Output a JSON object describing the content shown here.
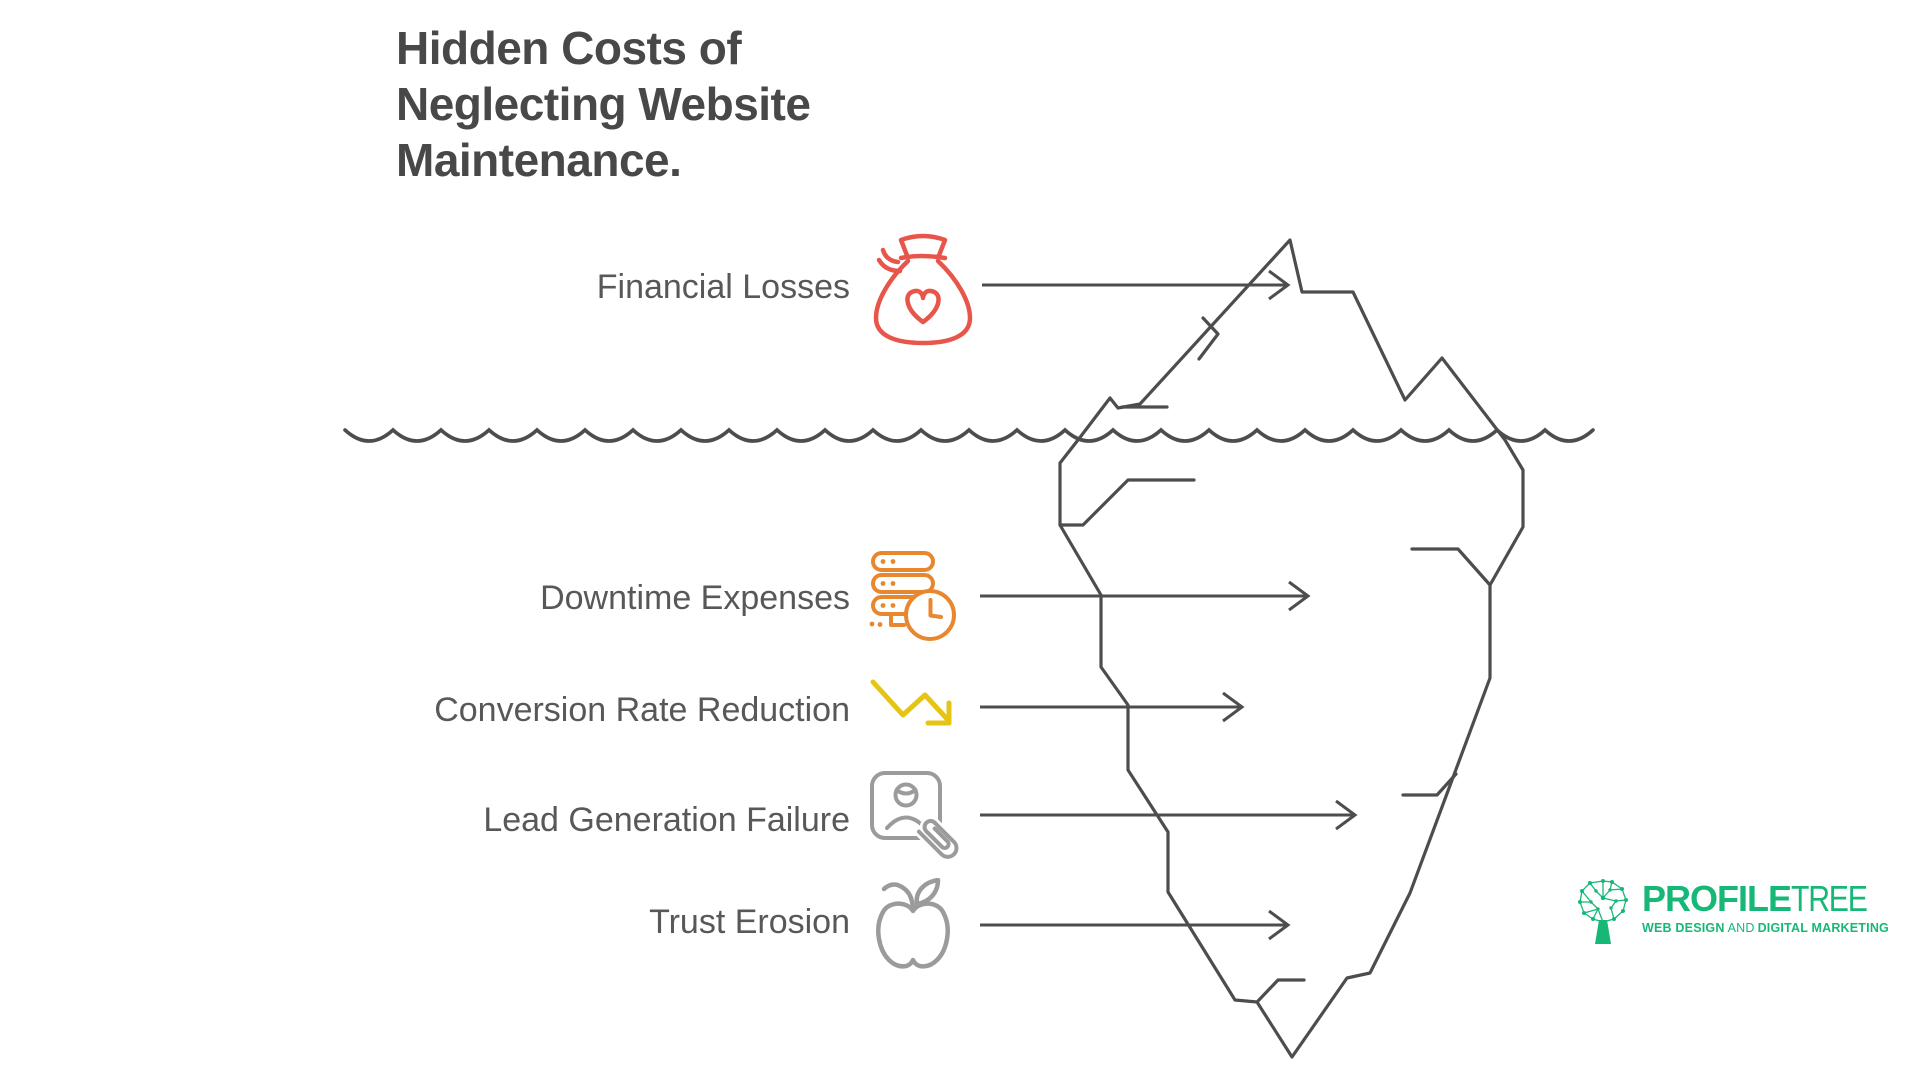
{
  "title": {
    "lines": [
      "Hidden Costs of",
      "Neglecting Website",
      "Maintenance."
    ]
  },
  "rows": [
    {
      "label": "Financial Losses",
      "icon": "money-bag-heart-icon",
      "color": "#e8554b",
      "position": "above-water"
    },
    {
      "label": "Downtime Expenses",
      "icon": "server-clock-icon",
      "color": "#e8872e",
      "position": "below-water"
    },
    {
      "label": "Conversion Rate Reduction",
      "icon": "declining-trend-arrow-icon",
      "color": "#e5c414",
      "position": "below-water"
    },
    {
      "label": "Lead Generation Failure",
      "icon": "contact-card-paperclip-icon",
      "color": "#9b9b9b",
      "position": "below-water"
    },
    {
      "label": "Trust Erosion",
      "icon": "apple-icon",
      "color": "#9b9b9b",
      "position": "below-water"
    }
  ],
  "diagram": {
    "type": "iceberg",
    "waterline": true
  },
  "logo": {
    "brand_primary": "PROFILE",
    "brand_secondary": "TREE",
    "tagline_lead": "WEB DESIGN",
    "tagline_conjunction": "AND",
    "tagline_tail": "DIGITAL MARKETING",
    "color": "#17b877"
  },
  "colors": {
    "line": "#4d4d4d",
    "label_text": "#57585a",
    "title_text": "#484848",
    "background": "#ffffff"
  }
}
